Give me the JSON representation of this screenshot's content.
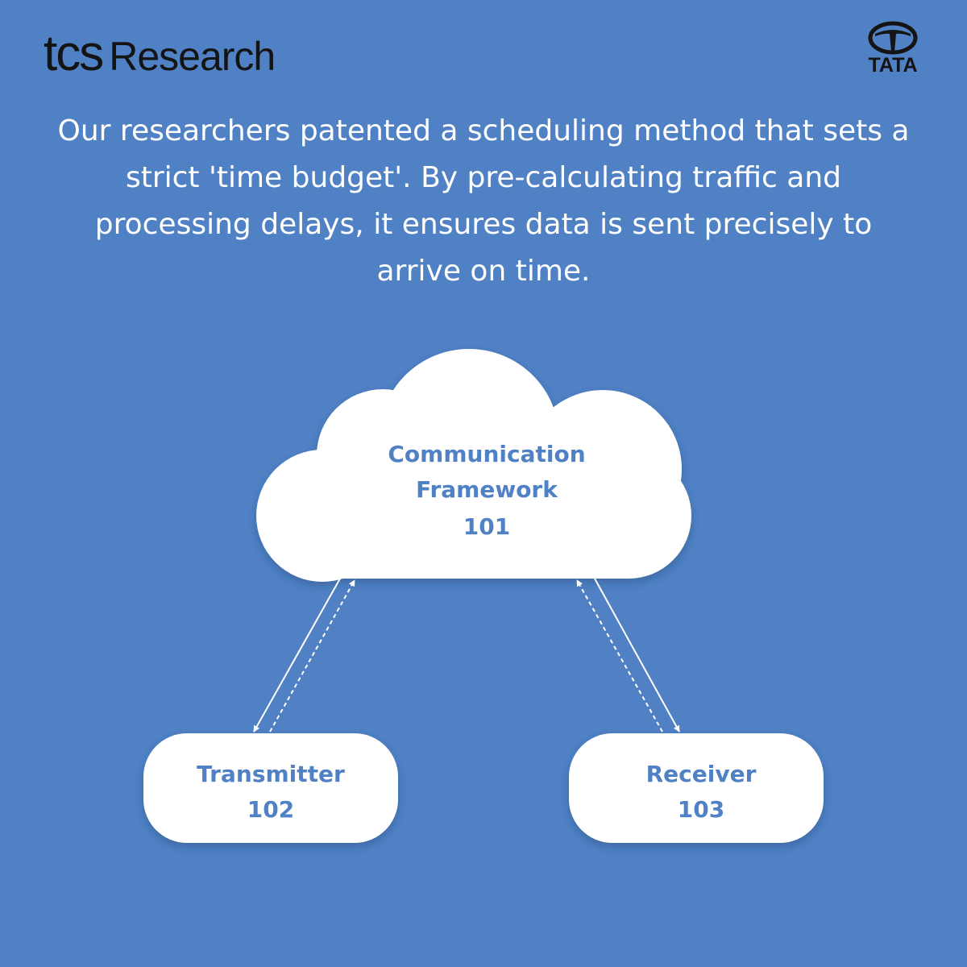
{
  "header": {
    "brand_tcs": "tcs",
    "brand_research": "Research",
    "partner_logo_text": "TATA"
  },
  "headline": "Our researchers patented a scheduling method that sets a strict 'time budget'. By pre-calculating traffic and processing delays, it ensures data is sent precisely to arrive on time.",
  "diagram": {
    "cloud": {
      "line1": "Communication",
      "line2": "Framework",
      "ref": "101"
    },
    "transmitter": {
      "label": "Transmitter",
      "ref": "102"
    },
    "receiver": {
      "label": "Receiver",
      "ref": "103"
    }
  },
  "colors": {
    "background": "#4f81c4",
    "node_fill": "#ffffff",
    "node_text": "#4f81c4",
    "logo": "#141414"
  }
}
